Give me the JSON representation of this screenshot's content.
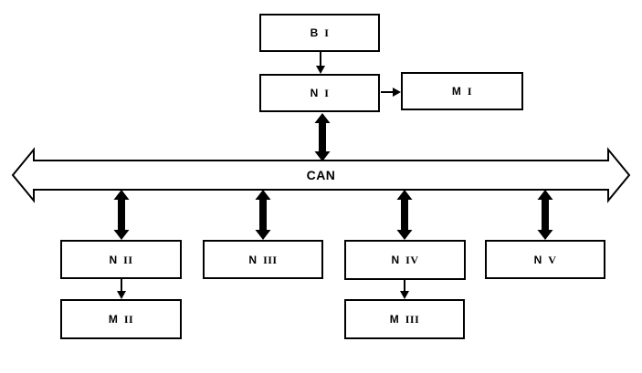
{
  "diagram": {
    "bus": {
      "label": "CAN"
    },
    "nodes": {
      "bi": {
        "prefix": "B",
        "numeral": "I"
      },
      "ni": {
        "prefix": "N",
        "numeral": "I"
      },
      "mi": {
        "prefix": "M",
        "numeral": "I"
      },
      "nii": {
        "prefix": "N",
        "numeral": "II"
      },
      "niii": {
        "prefix": "N",
        "numeral": "III"
      },
      "niv": {
        "prefix": "N",
        "numeral": "IV"
      },
      "nv": {
        "prefix": "N",
        "numeral": "V"
      },
      "mii": {
        "prefix": "M",
        "numeral": "II"
      },
      "miii": {
        "prefix": "M",
        "numeral": "III"
      }
    },
    "colors": {
      "line": "#000000",
      "fill": "#ffffff"
    }
  }
}
